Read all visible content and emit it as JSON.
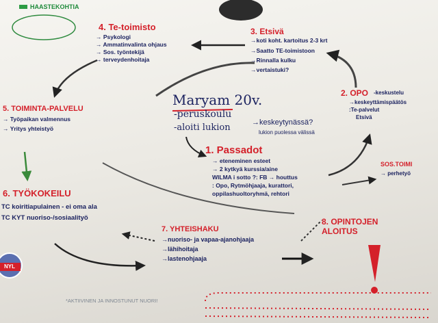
{
  "header": {
    "tag": "HAASTEKOHTIA"
  },
  "center": {
    "title": "Maryam 20v.",
    "line1": "-peruskoulu",
    "line2": "-aloiti lukion",
    "line3": "→keskeytynässä?",
    "line4": "lukion puolessa välissä"
  },
  "node1": {
    "title": "1. Passadot",
    "items": [
      "→ eteneminen esteet",
      "→ 2 kytkyä kurssia/aine",
      "WILMA i sotto ?: FB → houttus",
      ": Opo, Rytmöhjaaja, kurattori,",
      "oppilashuoltoryhmä, rehtori"
    ]
  },
  "node2": {
    "title": "2. OPO",
    "title_tail": "-keskustelu",
    "items": [
      "→keskeyttämispäätös",
      ":Te-palvelut",
      "Etsivä"
    ]
  },
  "node3": {
    "title": "3. Etsivä",
    "items": [
      "→koti koht. kartoitus 2-3 krt",
      "→Saatto TE-toimistoon",
      "→Rinnalla kulku",
      "→vertaistuki?"
    ]
  },
  "node4": {
    "title": "4. Te-toimisto",
    "items": [
      "→ Psykologi",
      "→ Ammatinvalinta ohjaus",
      "→ Sos. työntekijä",
      "→ terveydenhoitaja"
    ]
  },
  "node5": {
    "title": "5. TOIMINTA-PALVELU",
    "items": [
      "→ Työpaikan valmennus",
      "→ Yritys yhteistyö"
    ]
  },
  "node6": {
    "title": "6. TYÖKOKEILU",
    "items": [
      "TC koiritiapulainen - ei oma ala",
      "TC KYT nuoriso-/sosiaalityö"
    ]
  },
  "node7": {
    "title": "7. YHTEISHAKU",
    "items": [
      "→nuoriso- ja vapaa-ajanohjaaja",
      "→lähihoitaja",
      "→lastenohjaaja"
    ]
  },
  "node8": {
    "title": "8. OPINTOJEN ALOITUS",
    "mark": "!"
  },
  "side_note": {
    "title": "SOS.TOIMI",
    "item": "→ perhetyö"
  },
  "footer": {
    "note": "*AKTIIVINEN JA INNOSTUNUT NUORI!"
  },
  "logo": {
    "text": "NYL"
  },
  "colors": {
    "red": "#d4202a",
    "blue": "#1c2360",
    "paper": "#efeee9"
  }
}
